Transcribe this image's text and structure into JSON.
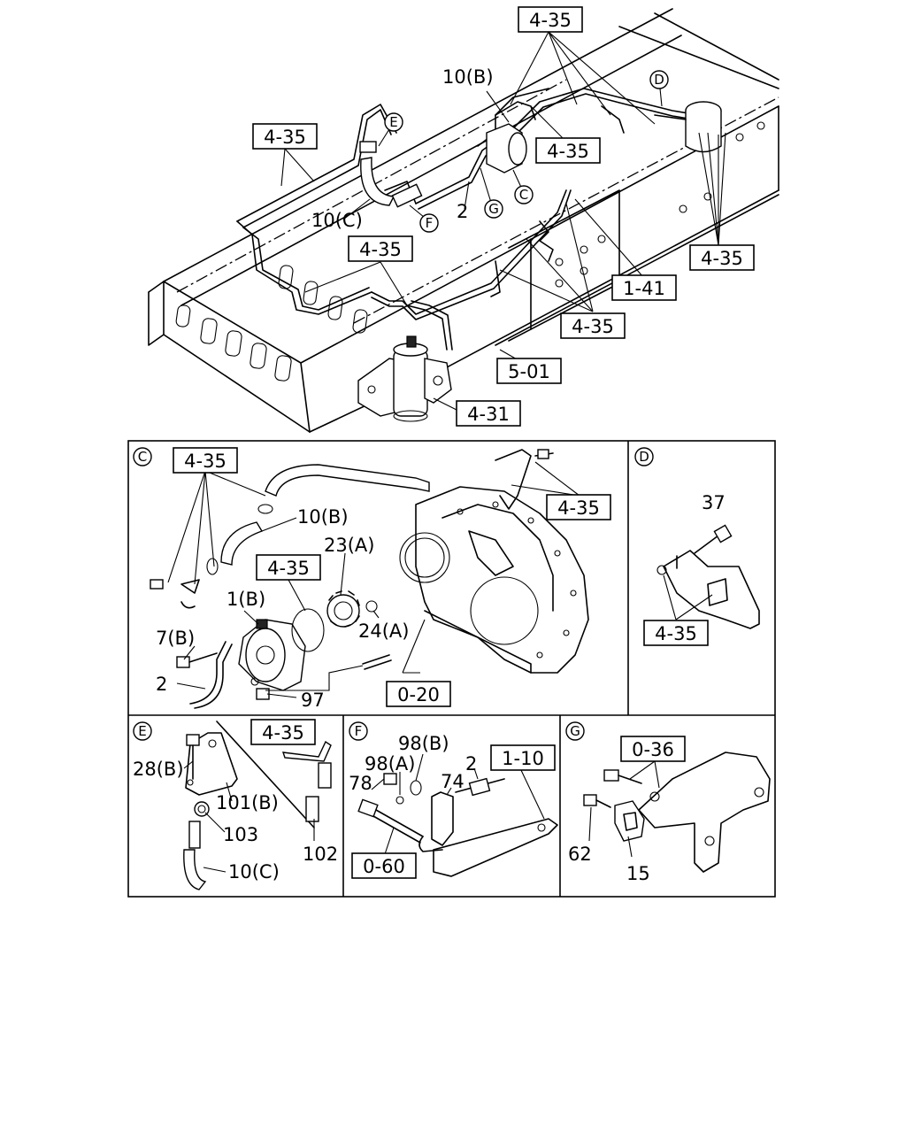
{
  "refs": {
    "r435_top": "4-35",
    "r435_left": "4-35",
    "r435_mid": "4-35",
    "r435_center": "4-35",
    "r435_right": "4-35",
    "r435_lower": "4-35",
    "r141": "1-41",
    "r501": "5-01",
    "r431": "4-31",
    "r435_c1": "4-35",
    "r435_c2": "4-35",
    "r435_c3": "4-35",
    "r020": "0-20",
    "r435_d": "4-35",
    "r435_e": "4-35",
    "r110": "1-10",
    "r060": "0-60",
    "r036": "0-36"
  },
  "parts": {
    "p10b_top": "10(B)",
    "p10c_top": "10(C)",
    "p2_top": "2",
    "p10b_c": "10(B)",
    "p23a": "23(A)",
    "p1b": "1(B)",
    "p24a": "24(A)",
    "p7b": "7(B)",
    "p2_c": "2",
    "p97": "97",
    "p37": "37",
    "p28b": "28(B)",
    "p101b": "101(B)",
    "p103": "103",
    "p10c_e": "10(C)",
    "p102": "102",
    "p98b": "98(B)",
    "p98a": "98(A)",
    "p2_f": "2",
    "p78": "78",
    "p74": "74",
    "p62": "62",
    "p15": "15"
  },
  "circles": {
    "c_e": "E",
    "c_d": "D",
    "c_c": "C",
    "c_g": "G",
    "c_f": "F",
    "panel_c": "C",
    "panel_d": "D",
    "panel_e": "E",
    "panel_f": "F",
    "panel_g": "G"
  }
}
